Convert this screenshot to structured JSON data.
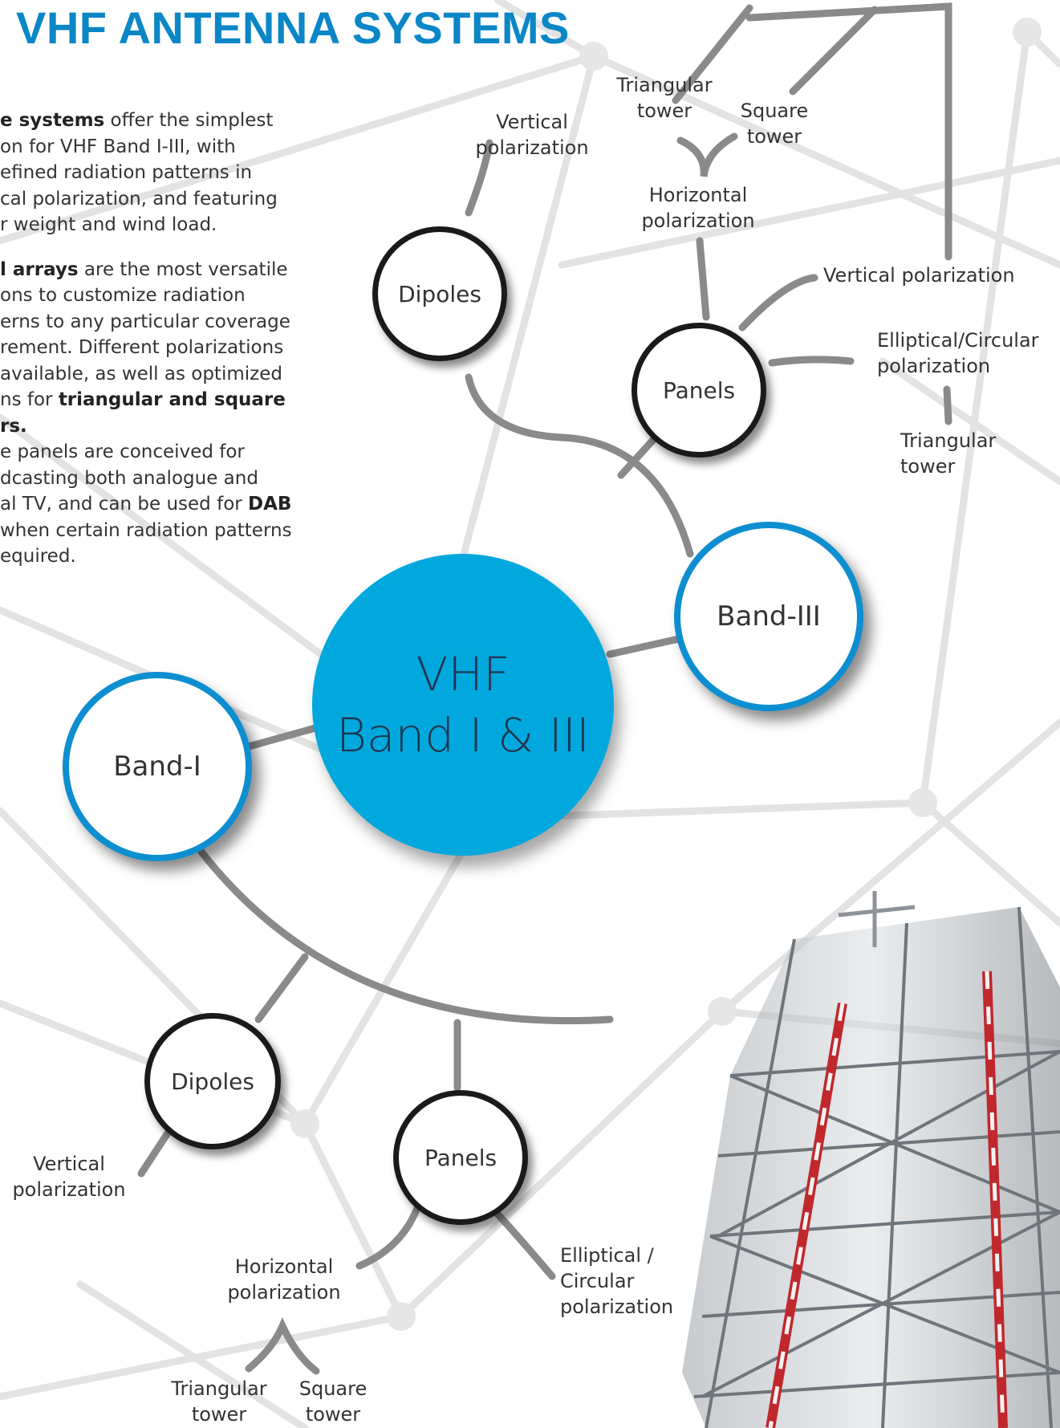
{
  "title": "VHF ANTENNA SYSTEMS",
  "intro": {
    "lines": [
      {
        "bold": "e systems",
        "rest": " offer the simplest"
      },
      {
        "text": "on  for  VHF  Band  I-III,  with"
      },
      {
        "text": "efined  radiation  patterns  in"
      },
      {
        "text": "cal  polarization,  and  featuring"
      },
      {
        "text": "r weight and wind load."
      },
      {
        "bold": "l arrays",
        "rest": " are the most versatile"
      },
      {
        "text": "ons  to  customize  radiation"
      },
      {
        "text": "erns to any particular coverage"
      },
      {
        "text": "rement.  Different  polarizations"
      },
      {
        "text": "available, as well as optimized"
      },
      {
        "pre": "ns  for  ",
        "bold": "triangular  and  square"
      },
      {
        "bold": "rs."
      },
      {
        "text": "e  panels  are  conceived  for"
      },
      {
        "text": "dcasting  both  analogue  and"
      },
      {
        "pre": "al TV, and can be used for ",
        "bold": "DAB"
      },
      {
        "text": " when certain radiation patterns"
      },
      {
        "text": "equired."
      }
    ]
  },
  "center": {
    "line1": "VHF",
    "line2": "Band I & III",
    "color": "#00a8dd"
  },
  "band1": {
    "label": "Band-I",
    "dipoles": {
      "label": "Dipoles",
      "vertical": [
        "Vertical",
        "polarization"
      ]
    },
    "panels": {
      "label": "Panels",
      "horizontal": [
        "Horizontal",
        "polarization"
      ],
      "elliptical": [
        "Elliptical /",
        "Circular",
        "polarization"
      ],
      "triangular": [
        "Triangular",
        "tower"
      ],
      "square": [
        "Square",
        "tower"
      ]
    }
  },
  "band3": {
    "label": "Band-III",
    "dipoles": {
      "label": "Dipoles",
      "vertical": [
        "Vertical",
        "polarization"
      ]
    },
    "panels": {
      "label": "Panels",
      "horizontal": [
        "Horizontal",
        "polarization"
      ],
      "vertical": "Vertical polarization",
      "elliptical": [
        "Elliptical/Circular",
        "polarization"
      ],
      "triangular_right": [
        "Triangular",
        "tower"
      ],
      "triangular_top": [
        "Triangular",
        "tower"
      ],
      "square_top": [
        "Square",
        "tower"
      ]
    }
  },
  "colors": {
    "accent": "#0b86c6",
    "node_border_blue": "#0d8ed0",
    "node_border_black": "#1a1a1a",
    "connector": "#8a8a8a",
    "tower_red": "#c0282d"
  },
  "photo": {
    "icon": "antenna-tower-photo"
  }
}
